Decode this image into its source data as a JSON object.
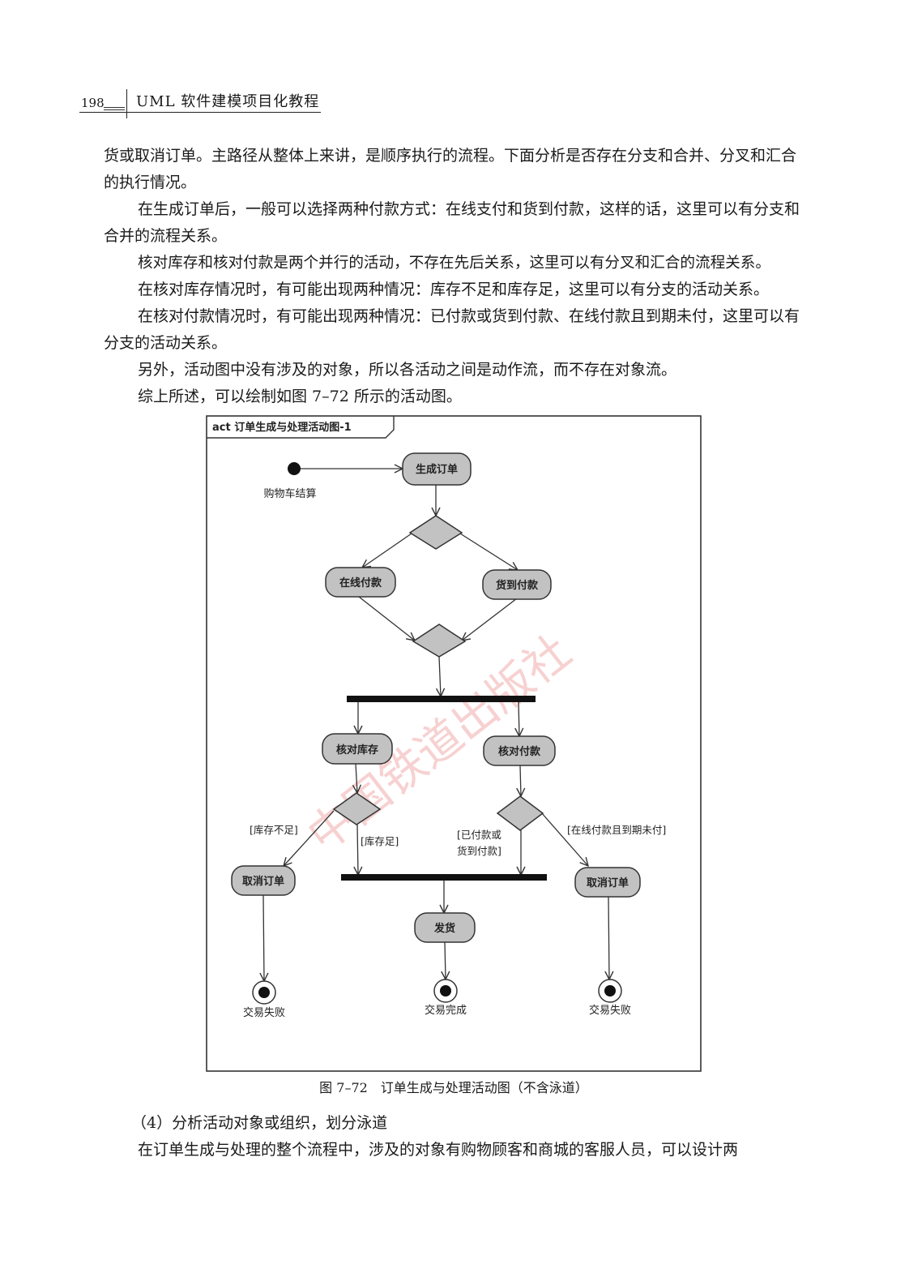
{
  "header": {
    "page_number": "198",
    "book_title": "UML 软件建模项目化教程"
  },
  "body": {
    "paragraphs": [
      "货或取消订单。主路径从整体上来讲，是顺序执行的流程。下面分析是否存在分支和合并、分叉和汇合的执行情况。",
      "在生成订单后，一般可以选择两种付款方式：在线支付和货到付款，这样的话，这里可以有分支和合并的流程关系。",
      "核对库存和核对付款是两个并行的活动，不存在先后关系，这里可以有分叉和汇合的流程关系。",
      "在核对库存情况时，有可能出现两种情况：库存不足和库存足，这里可以有分支的活动关系。",
      "在核对付款情况时，有可能出现两种情况：已付款或货到付款、在线付款且到期未付，这里可以有分支的活动关系。",
      "另外，活动图中没有涉及的对象，所以各活动之间是动作流，而不存在对象流。",
      "综上所述，可以绘制如图 7–72 所示的活动图。"
    ],
    "section_heading": "（4）分析活动对象或组织，划分泳道",
    "last_paragraph": "在订单生成与处理的整个流程中，涉及的对象有购物顾客和商城的客服人员，可以设计两"
  },
  "figure": {
    "frame_title": "act 订单生成与处理活动图-1",
    "caption": "图 7–72　订单生成与处理活动图（不含泳道）",
    "watermark": "中国铁道出版社",
    "start_label": "购物车结算",
    "activities": {
      "create_order": "生成订单",
      "online_pay": "在线付款",
      "cod": "货到付款",
      "check_stock": "核对库存",
      "check_payment": "核对付款",
      "cancel_left": "取消订单",
      "cancel_right": "取消订单",
      "ship": "发货"
    },
    "guards": {
      "stock_short": "[库存不足]",
      "stock_ok": "[库存足]",
      "paid_line1": "[已付款或",
      "paid_line2": "货到付款]",
      "unpaid": "[在线付款且到期未付]"
    },
    "end_labels": {
      "fail_left": "交易失败",
      "complete": "交易完成",
      "fail_right": "交易失败"
    },
    "colors": {
      "activity_fill": "#c2c2c2",
      "stroke": "#333333",
      "watermark": "#f2b3b3"
    }
  }
}
